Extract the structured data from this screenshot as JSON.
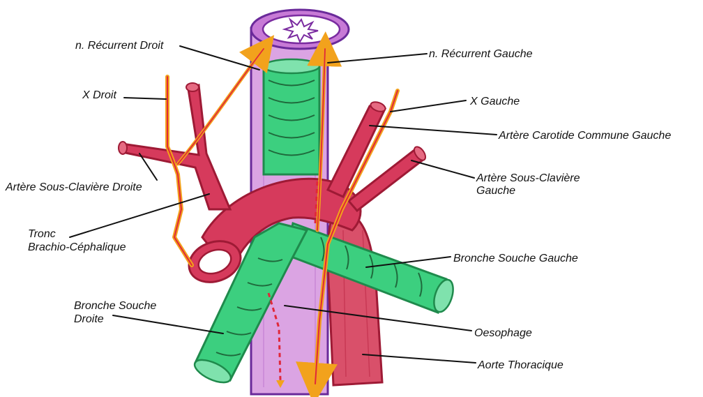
{
  "labels": {
    "n_recurrent_droit": "n. Récurrent Droit",
    "n_recurrent_gauche": "n. Récurrent Gauche",
    "x_droit": "X Droit",
    "x_gauche": "X Gauche",
    "artere_carotide_commune_gauche": "Artère Carotide Commune Gauche",
    "artere_sous_claviere_gauche_line1": "Artère Sous-Clavière",
    "artere_sous_claviere_gauche_line2": "Gauche",
    "artere_sous_claviere_droite": "Artère Sous-Clavière Droite",
    "tronc_line1": "Tronc",
    "tronc_line2": "Brachio-Céphalique",
    "bronche_souche_gauche": "Bronche Souche Gauche",
    "bronche_souche_droite_line1": "Bronche Souche",
    "bronche_souche_droite_line2": "Droite",
    "oesophage": "Oesophage",
    "aorte_thoracique": "Aorte Thoracique"
  },
  "colors": {
    "trachea": "#39c97a",
    "trachea_dark": "#1f8a4c",
    "artery": "#d8385a",
    "artery_dark": "#9e1a35",
    "esophagus": "#d99ae0",
    "esophagus_dark": "#7a2ba0",
    "nerve_outer": "#f2a21c",
    "nerve_inner": "#e0283a"
  }
}
